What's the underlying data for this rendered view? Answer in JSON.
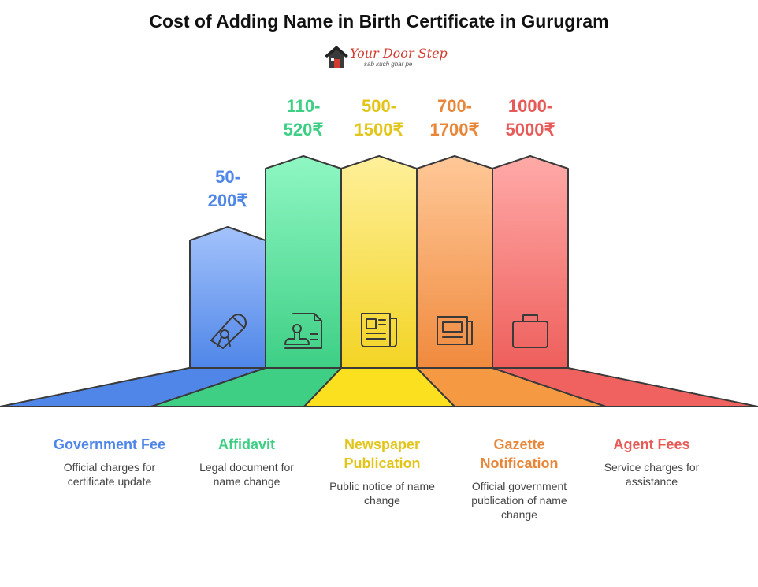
{
  "title": "Cost of Adding Name in Birth Certificate in Gurugram",
  "logo": {
    "brand": "Your Door Step",
    "tagline": "sab kuch ghar pe"
  },
  "items": [
    {
      "value_line1": "50-",
      "value_line2": "200₹",
      "heading": "Government Fee",
      "description": "Official charges for certificate update",
      "icon": "diploma-icon",
      "color": "#4f86e8"
    },
    {
      "value_line1": "110-",
      "value_line2": "520₹",
      "heading": "Affidavit",
      "description": "Legal document for name change",
      "icon": "stamp-document-icon",
      "color": "#3ecf85"
    },
    {
      "value_line1": "500-",
      "value_line2": "1500₹",
      "heading": "Newspaper Publication",
      "description": "Public notice of name change",
      "icon": "newspaper-icon",
      "color": "#e3c51a"
    },
    {
      "value_line1": "700-",
      "value_line2": "1700₹",
      "heading": "Gazette Notification",
      "description": "Official government publication of name change",
      "icon": "gazette-icon",
      "color": "#e8873a"
    },
    {
      "value_line1": "1000-",
      "value_line2": "5000₹",
      "heading": "Agent Fees",
      "description": "Service charges for assistance",
      "icon": "briefcase-icon",
      "color": "#e65a57"
    }
  ]
}
